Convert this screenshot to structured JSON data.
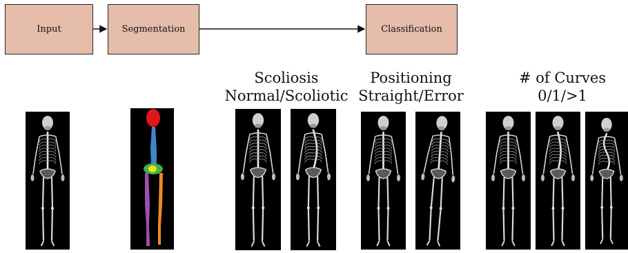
{
  "pipeline": {
    "input_label": "Input",
    "segmentation_label": "Segmentation",
    "classification_label": "Classification"
  },
  "tasks": {
    "scoliosis": {
      "title": "Scoliosis",
      "subtitle": "Normal/Scoliotic"
    },
    "positioning": {
      "title": "Positioning",
      "subtitle": "Straight/Error"
    },
    "curves": {
      "title": "# of Curves",
      "subtitle": "0/1/>1"
    }
  },
  "segmentation_colors": {
    "skull": "#e0161c",
    "spine": "#3f84c6",
    "pelvis": "#3bb54a",
    "hip": "#f0e322",
    "left_leg": "#9b4fb0",
    "right_leg": "#ef8a23"
  },
  "box_color": "#e6bcaa"
}
